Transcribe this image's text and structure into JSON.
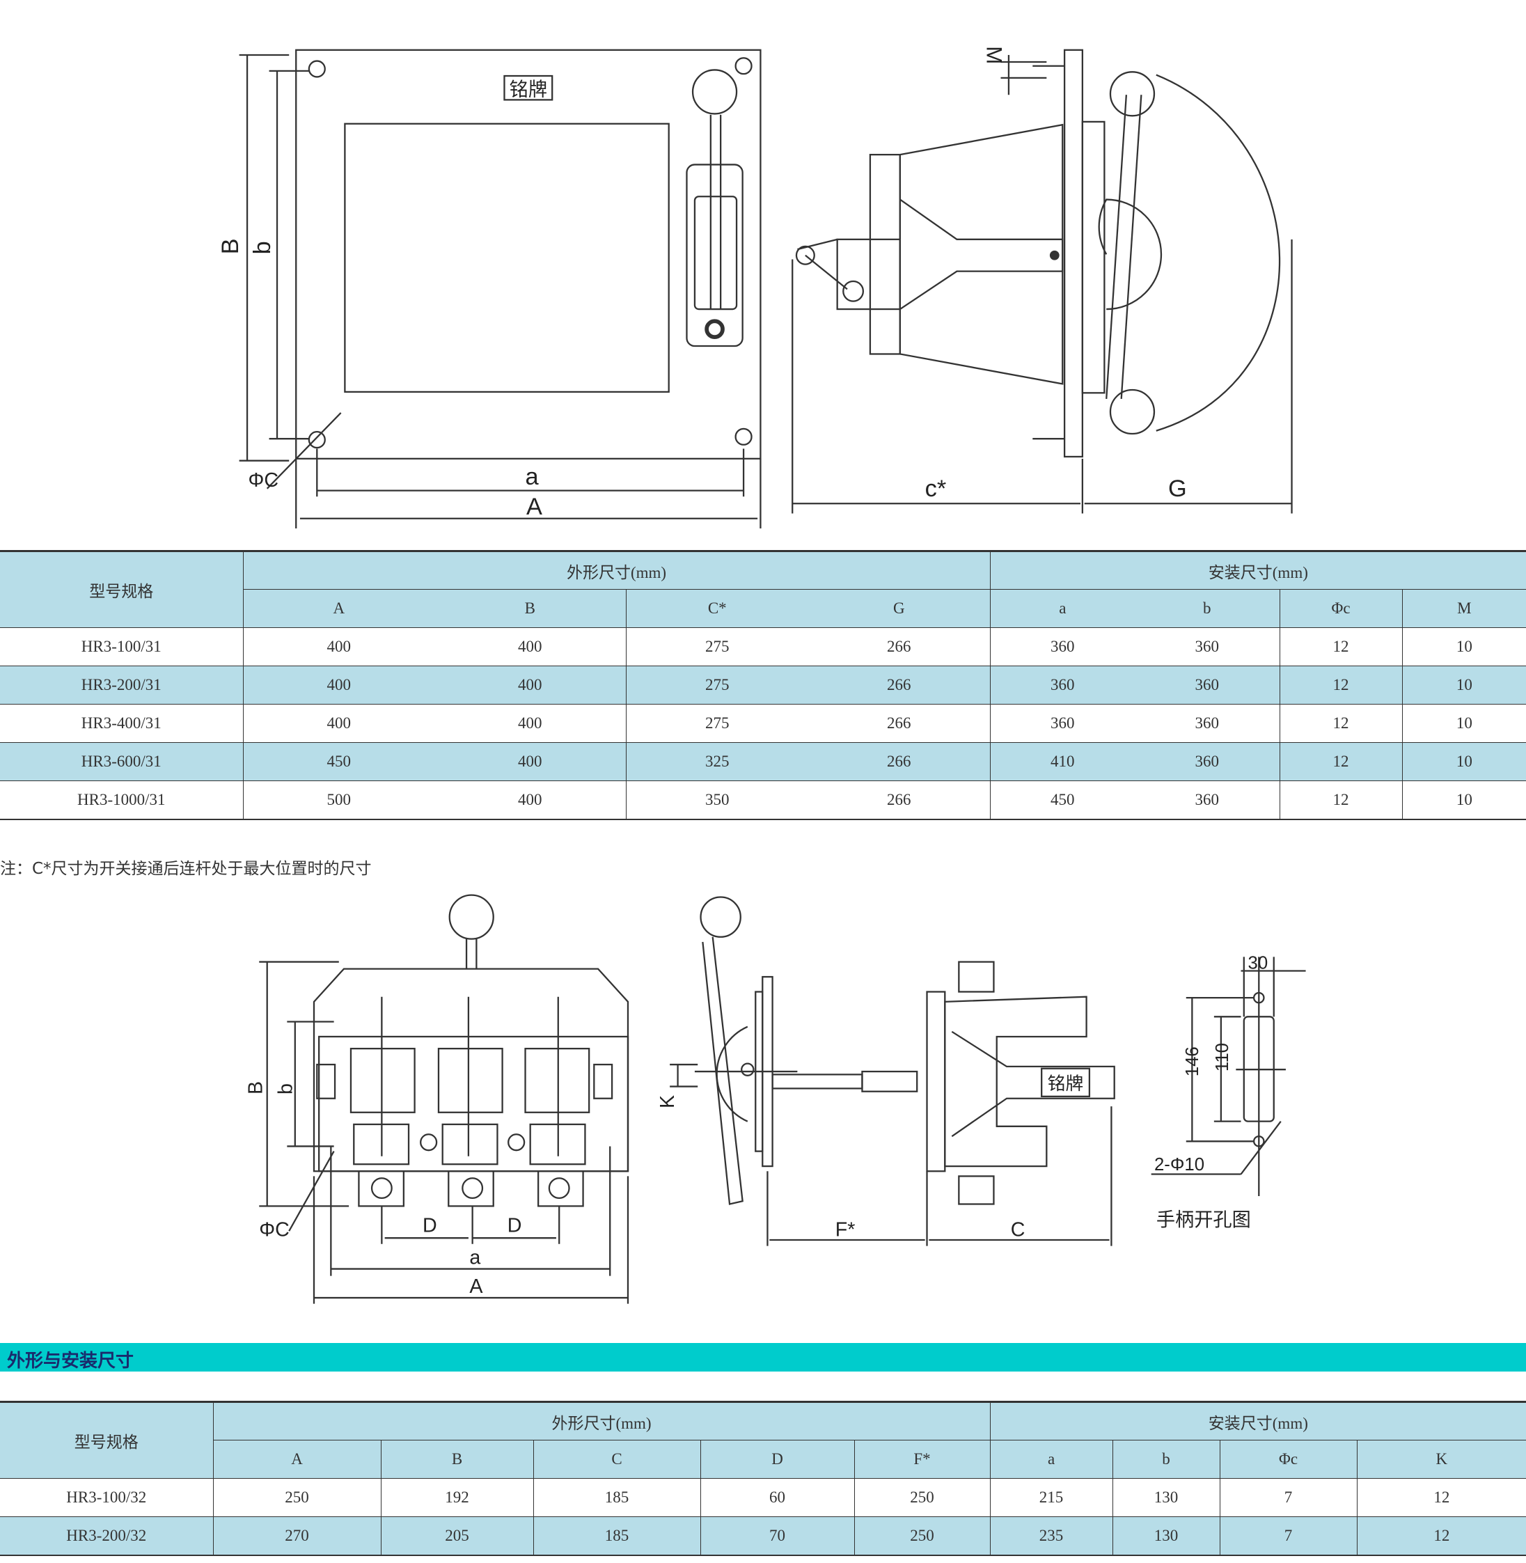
{
  "drawing_top": {
    "nameplate": "铭牌",
    "labels": {
      "B": "B",
      "b": "b",
      "phiC": "ΦC",
      "a": "a",
      "A": "A",
      "M": "M",
      "c_star": "c*",
      "G": "G"
    }
  },
  "table1": {
    "model_header": "型号规格",
    "group_outer": "外形尺寸(mm)",
    "group_install": "安装尺寸(mm)",
    "columns": [
      "A",
      "B",
      "C*",
      "G",
      "a",
      "b",
      "Φc",
      "M"
    ],
    "rows": [
      [
        "HR3-100/31",
        "400",
        "400",
        "275",
        "266",
        "360",
        "360",
        "12",
        "10"
      ],
      [
        "HR3-200/31",
        "400",
        "400",
        "275",
        "266",
        "360",
        "360",
        "12",
        "10"
      ],
      [
        "HR3-400/31",
        "400",
        "400",
        "275",
        "266",
        "360",
        "360",
        "12",
        "10"
      ],
      [
        "HR3-600/31",
        "450",
        "400",
        "325",
        "266",
        "410",
        "360",
        "12",
        "10"
      ],
      [
        "HR3-1000/31",
        "500",
        "400",
        "350",
        "266",
        "450",
        "360",
        "12",
        "10"
      ]
    ]
  },
  "note": "注：C*尺寸为开关接通后连杆处于最大位置时的尺寸",
  "drawing_bottom": {
    "nameplate": "铭牌",
    "labels": {
      "B": "B",
      "b": "b",
      "phiC": "ΦC",
      "D1": "D",
      "D2": "D",
      "a": "a",
      "A": "A",
      "K": "K",
      "F_star": "F*",
      "C": "C",
      "dim30": "30",
      "dim146": "146",
      "dim110": "110",
      "holes": "2-Φ10",
      "caption": "手柄开孔图"
    }
  },
  "section_title": "外形与安装尺寸",
  "table2": {
    "model_header": "型号规格",
    "group_outer": "外形尺寸(mm)",
    "group_install": "安装尺寸(mm)",
    "columns": [
      "A",
      "B",
      "C",
      "D",
      "F*",
      "a",
      "b",
      "Φc",
      "K"
    ],
    "rows": [
      [
        "HR3-100/32",
        "250",
        "192",
        "185",
        "60",
        "250",
        "215",
        "130",
        "7",
        "12"
      ],
      [
        "HR3-200/32",
        "270",
        "205",
        "185",
        "70",
        "250",
        "235",
        "130",
        "7",
        "12"
      ]
    ]
  },
  "colors": {
    "header_bg": "#b7dde8",
    "banner": "#00cccc",
    "banner_text": "#1a2a6c"
  }
}
